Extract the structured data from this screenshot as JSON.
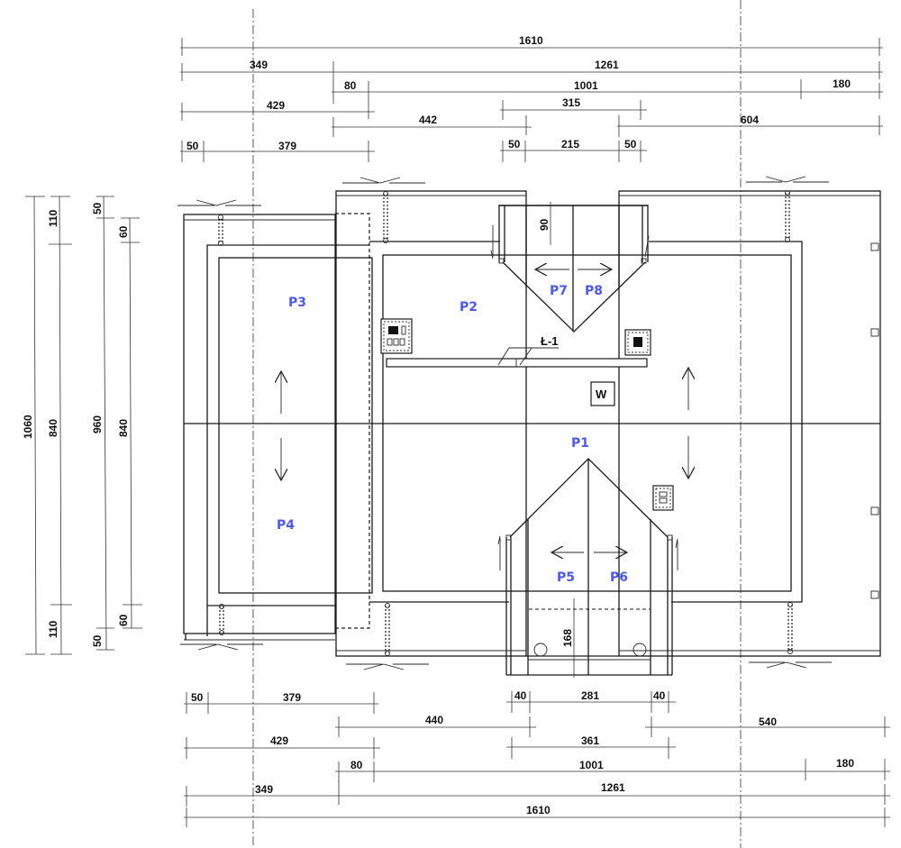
{
  "drawing": {
    "label_color": "#4a5af0",
    "planes": [
      {
        "id": "P1",
        "label": "P1"
      },
      {
        "id": "P2",
        "label": "P2"
      },
      {
        "id": "P3",
        "label": "P3"
      },
      {
        "id": "P4",
        "label": "P4"
      },
      {
        "id": "P5",
        "label": "P5"
      },
      {
        "id": "P6",
        "label": "P6"
      },
      {
        "id": "P7",
        "label": "P7"
      },
      {
        "id": "P8",
        "label": "P8"
      }
    ],
    "beam_label": "Ł-1",
    "window_label": "W",
    "internal_dims": {
      "top_dormer": "90",
      "bottom_dormer": "168"
    }
  },
  "dimensions": {
    "top": {
      "row1": [
        "1610"
      ],
      "row2": [
        "349",
        "1261"
      ],
      "row3": [
        "80",
        "1001",
        "180"
      ],
      "row4": [
        "429",
        "315"
      ],
      "row5": [
        "442",
        "604"
      ],
      "row6": [
        "50",
        "379",
        "50",
        "215",
        "50"
      ]
    },
    "bottom": {
      "row1": [
        "50",
        "379",
        "40",
        "281",
        "40"
      ],
      "row2": [
        "440",
        "540"
      ],
      "row3": [
        "429",
        "361"
      ],
      "row4": [
        "80",
        "1001",
        "180"
      ],
      "row5": [
        "349",
        "1261"
      ],
      "row6": [
        "1610"
      ]
    },
    "left": {
      "col1": [
        "1060"
      ],
      "col2": [
        "110",
        "840",
        "110"
      ],
      "col3": [
        "50",
        "960",
        "50"
      ],
      "col4": [
        "60",
        "840",
        "60"
      ]
    }
  }
}
